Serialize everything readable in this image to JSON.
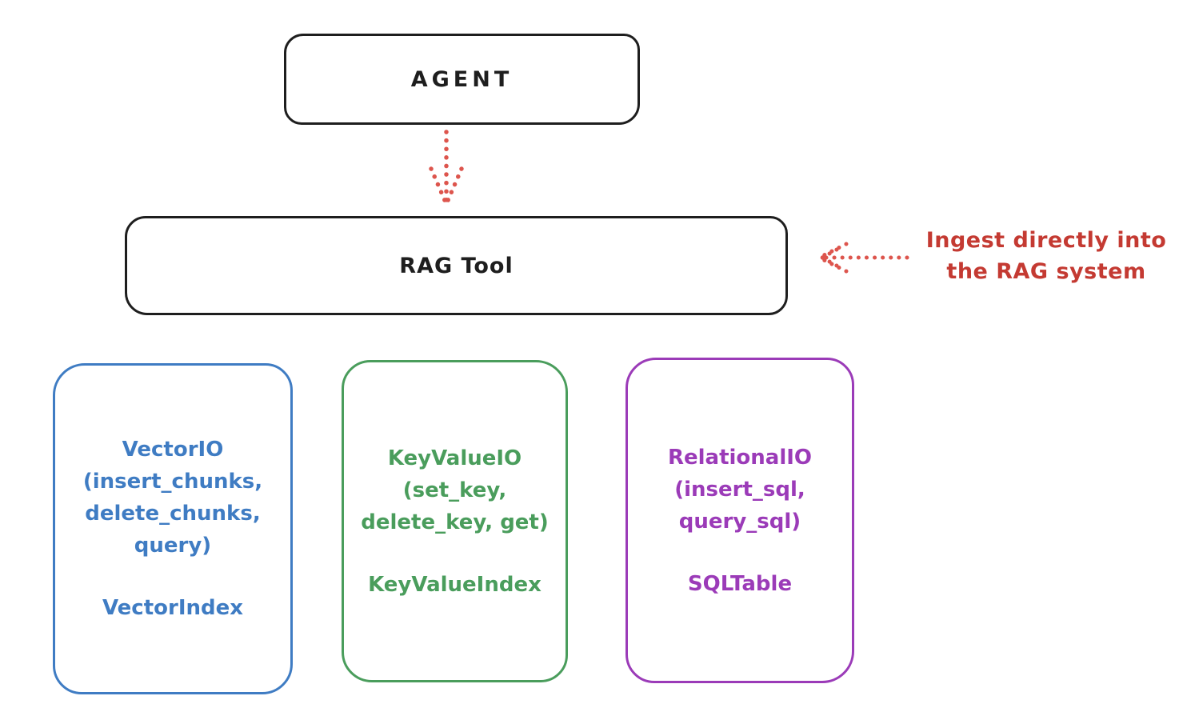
{
  "diagram": {
    "agent": {
      "label": "AGENT"
    },
    "rag_tool": {
      "label": "RAG Tool"
    },
    "annotation": {
      "line1": "Ingest directly into",
      "line2": "the RAG system"
    },
    "backends": [
      {
        "name": "vector-io",
        "color": "#3f7cc3",
        "lines": [
          "VectorIO",
          "(insert_chunks,",
          "delete_chunks,",
          "query)"
        ],
        "index": "VectorIndex"
      },
      {
        "name": "key-value-io",
        "color": "#4a9d5c",
        "lines": [
          "KeyValueIO",
          "(set_key,",
          "delete_key, get)"
        ],
        "index": "KeyValueIndex"
      },
      {
        "name": "relational-io",
        "color": "#9b3bb8",
        "lines": [
          "RelationalIO",
          "(insert_sql,",
          "query_sql)"
        ],
        "index": "SQLTable"
      }
    ],
    "colors": {
      "node_stroke": "#1e1e1e",
      "annotation_text": "#c43a32",
      "arrow_red": "#dd554d",
      "background": "#ffffff"
    }
  }
}
